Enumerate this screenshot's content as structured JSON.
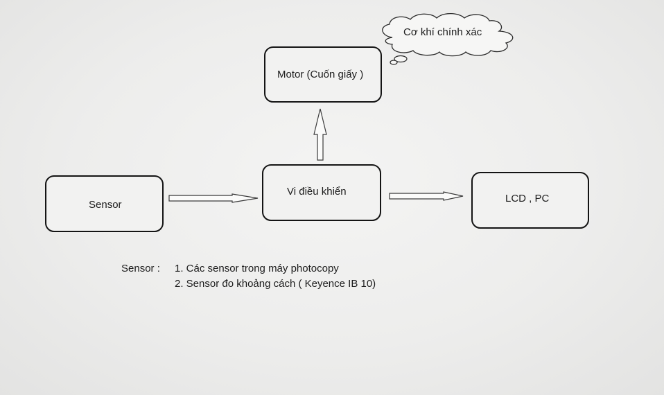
{
  "nodes": {
    "motor": "Motor (Cuốn giấy )",
    "mcu": "Vi điều khiển",
    "sensor": "Sensor",
    "lcd": "LCD , PC"
  },
  "cloud": {
    "label": "Cơ khí chính xác"
  },
  "legend": {
    "title": "Sensor :",
    "items": [
      "1. Các sensor trong máy photocopy",
      "2. Sensor đo khoảng cách ( Keyence IB 10)"
    ]
  },
  "edges": [
    {
      "from": "sensor",
      "to": "mcu",
      "direction": "right",
      "style": "hollow-arrow"
    },
    {
      "from": "mcu",
      "to": "lcd",
      "direction": "right",
      "style": "hollow-arrow"
    },
    {
      "from": "mcu",
      "to": "motor",
      "direction": "up",
      "style": "hollow-arrow"
    }
  ],
  "colors": {
    "stroke": "#141414",
    "arrow_stroke": "#3a3a3a",
    "box_fill": "#f2f2f1"
  }
}
